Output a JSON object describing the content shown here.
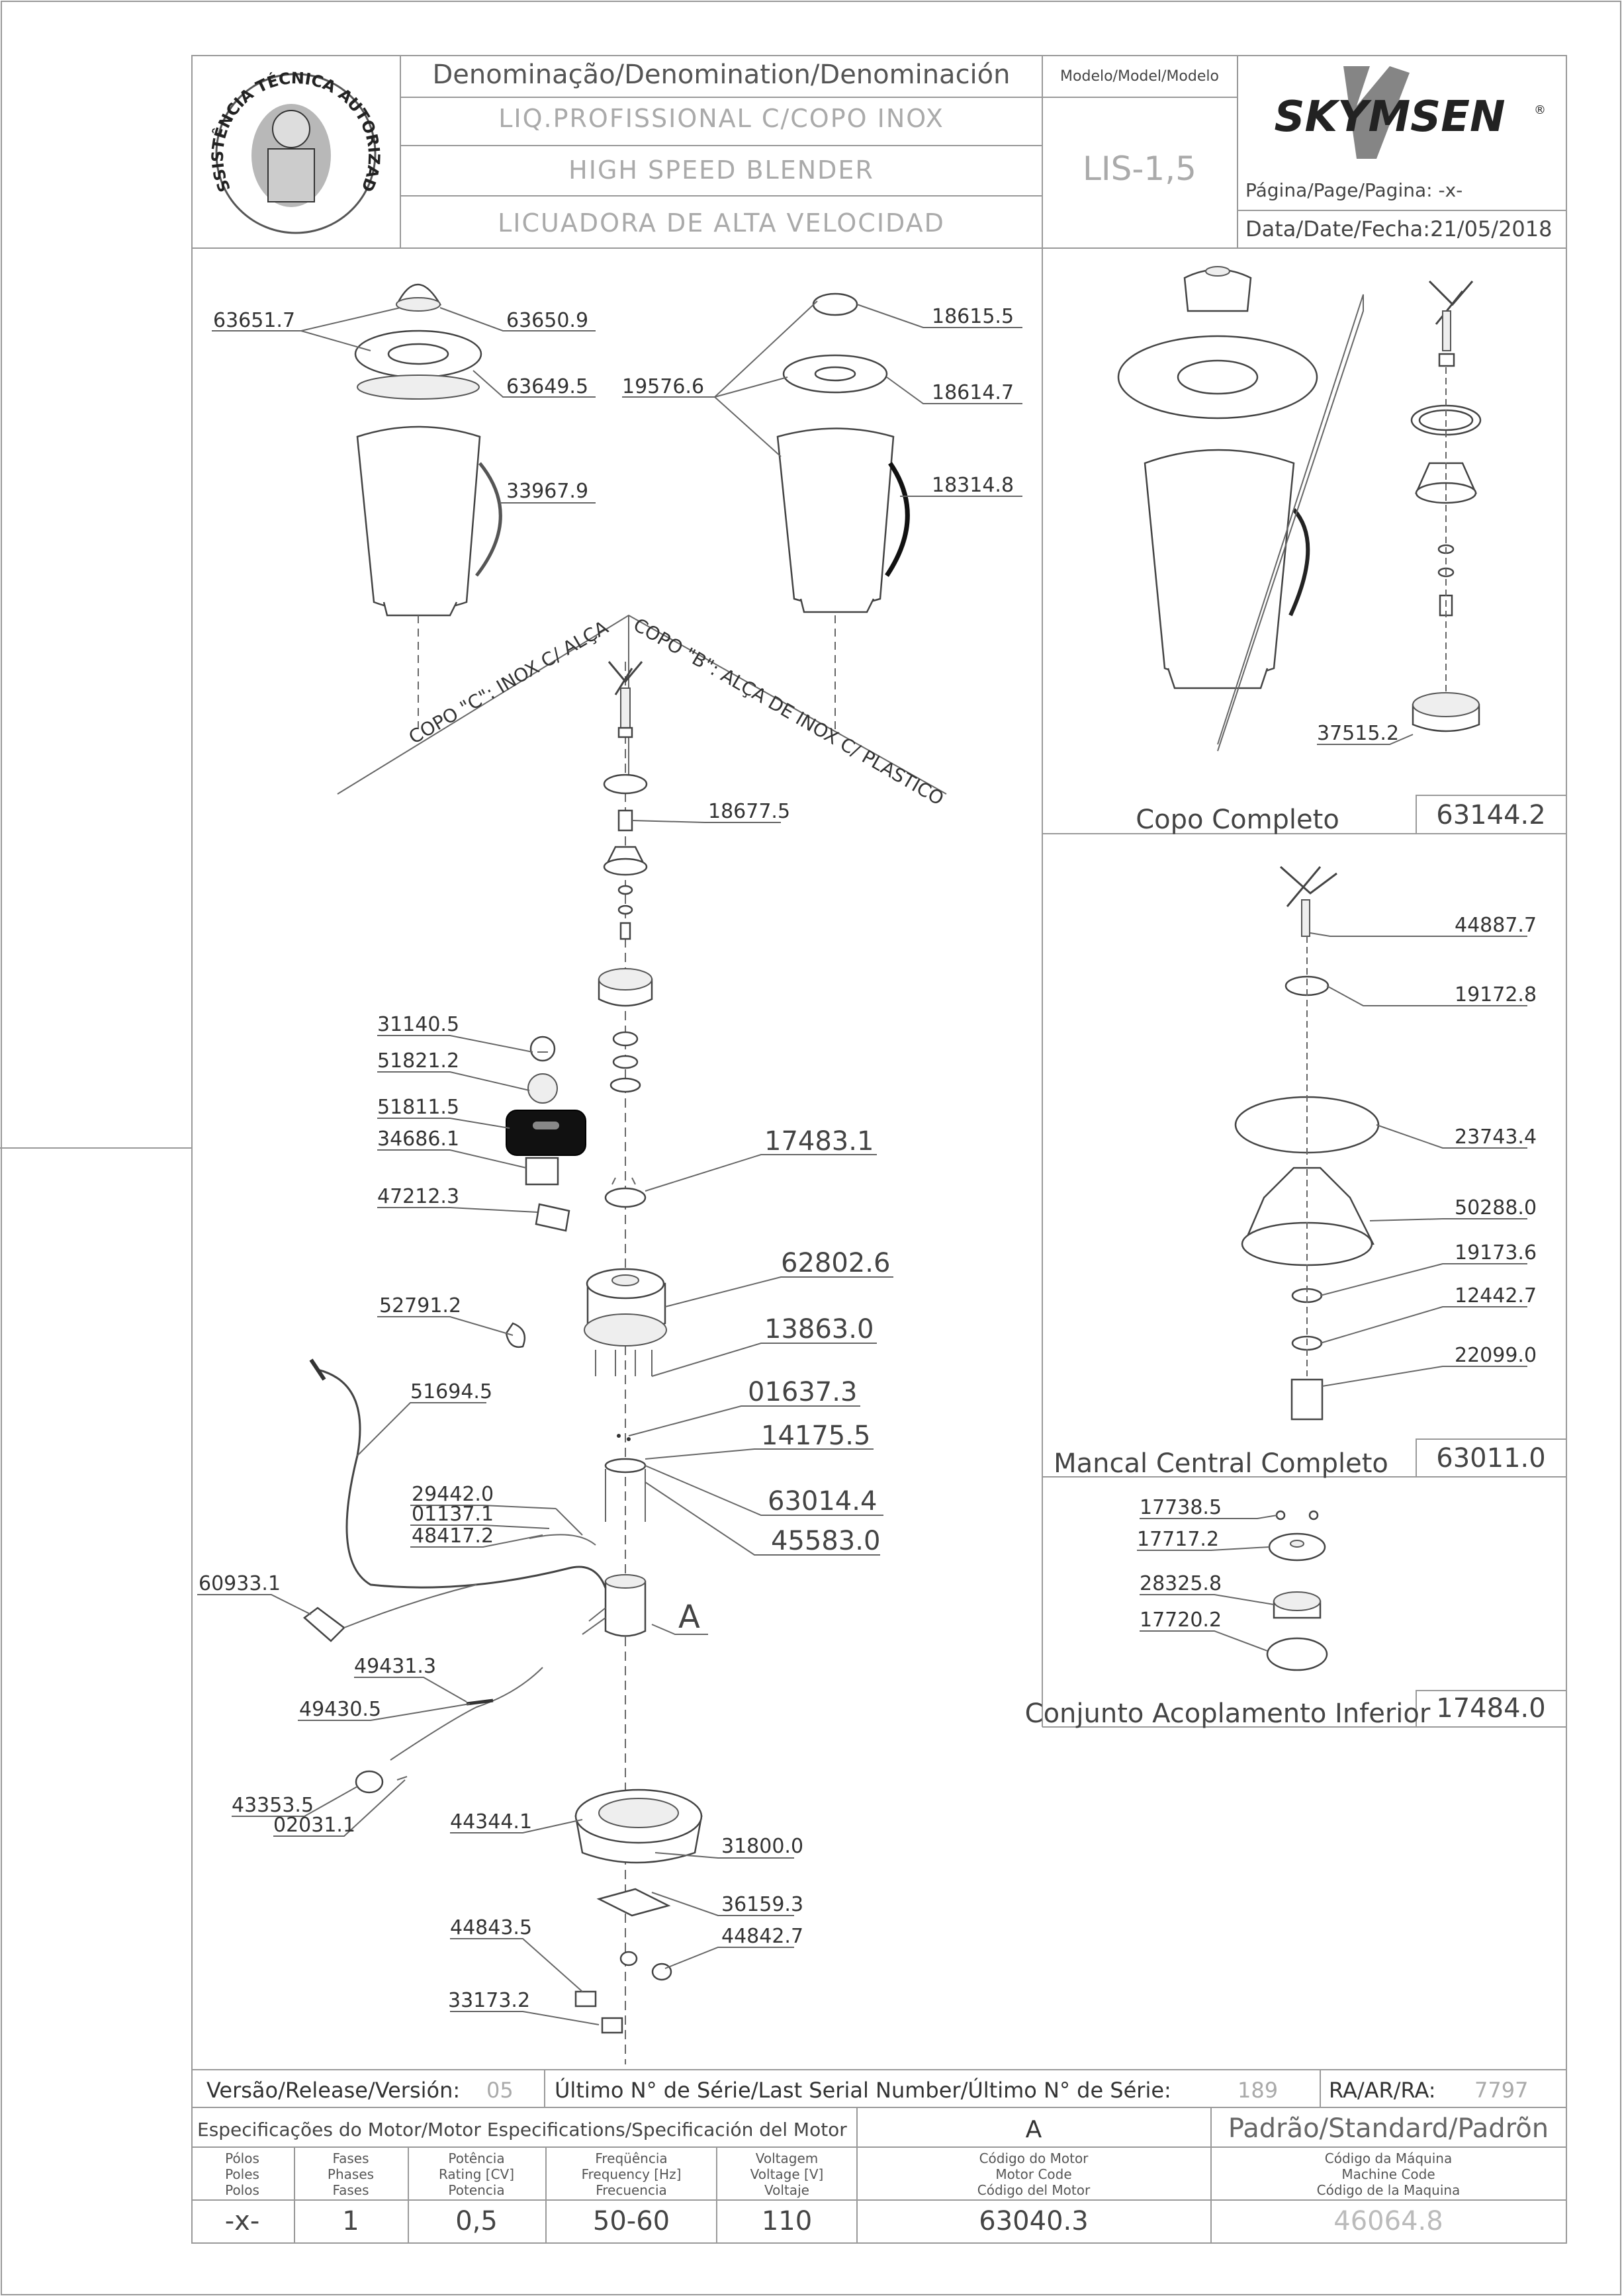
{
  "header": {
    "denomination_title": "Denominação/Denomination/Denominación",
    "name_pt": "LIQ.PROFISSIONAL C/COPO INOX",
    "name_en": "HIGH SPEED BLENDER",
    "name_es": "LICUADORA DE ALTA VELOCIDAD",
    "model_title": "Modelo/Model/Modelo",
    "model_value": "LIS-1,5",
    "brand": "SKYMSEN",
    "brand_mark": "®",
    "page_label": "Página/Page/Pagina: -x-",
    "date_label": "Data/Date/Fecha:21/05/2018",
    "badge_text": "ASSISTÊNCIA TÉCNICA AUTORIZADA"
  },
  "diagram": {
    "cup_labels": {
      "cup_c": "COPO \"C\": INOX C/ ALÇA",
      "cup_b": "COPO \"B\": ALÇA DE INOX C/ PLASTICO"
    },
    "motor_marker": "A",
    "parts": {
      "p63651": "63651.7",
      "p63650": "63650.9",
      "p63649": "63649.5",
      "p33967": "33967.9",
      "p19576": "19576.6",
      "p18615": "18615.5",
      "p18614": "18614.7",
      "p18314": "18314.8",
      "p18677": "18677.5",
      "p31140": "31140.5",
      "p51821": "51821.2",
      "p51811": "51811.5",
      "p34686": "34686.1",
      "p47212": "47212.3",
      "p17483": "17483.1",
      "p62802": "62802.6",
      "p52791": "52791.2",
      "p13863": "13863.0",
      "p51694": "51694.5",
      "p01637": "01637.3",
      "p14175": "14175.5",
      "p63014": "63014.4",
      "p29442": "29442.0",
      "p01137": "01137.1",
      "p48417": "48417.2",
      "p45583": "45583.0",
      "p60933": "60933.1",
      "p49431": "49431.3",
      "p49430": "49430.5",
      "p43353": "43353.5",
      "p02031": "02031.1",
      "p44344": "44344.1",
      "p31800": "31800.0",
      "p36159": "36159.3",
      "p44843": "44843.5",
      "p44842": "44842.7",
      "p33173": "33173.2"
    }
  },
  "assemblies": {
    "cup": {
      "title": "Copo Completo",
      "code": "63144.2",
      "parts": {
        "p37515": "37515.2"
      }
    },
    "bearing": {
      "title": "Mancal Central Completo",
      "code": "63011.0",
      "parts": {
        "p44887": "44887.7",
        "p19172": "19172.8",
        "p23743": "23743.4",
        "p50288": "50288.0",
        "p19173": "19173.6",
        "p12442": "12442.7",
        "p22099": "22099.0"
      }
    },
    "coupling": {
      "title": "Conjunto Acoplamento Inferior",
      "code": "17484.0",
      "parts": {
        "p17738": "17738.5",
        "p17717": "17717.2",
        "p28325": "28325.8",
        "p17720": "17720.2"
      }
    }
  },
  "footer": {
    "version_label": "Versão/Release/Versión:",
    "version_value": "05",
    "serial_label": "Último N° de Série/Last Serial Number/Último N° de Série:",
    "serial_value": "189",
    "ra_label": "RA/AR/RA:",
    "ra_value": "7797",
    "motor_spec_title": "Especificações do Motor/Motor Especifications/Specificación del Motor",
    "motor_marker": "A",
    "standard_title": "Padrão/Standard/Padrõn",
    "cols": [
      {
        "h1": "Pólos",
        "h2": "Poles",
        "h3": "Polos",
        "value": "-x-"
      },
      {
        "h1": "Fases",
        "h2": "Phases",
        "h3": "Fases",
        "value": "1"
      },
      {
        "h1": "Potência",
        "h2": "Rating [CV]",
        "h3": "Potencia",
        "value": "0,5"
      },
      {
        "h1": "Freqüência",
        "h2": "Frequency [Hz]",
        "h3": "Frecuencia",
        "value": "50-60"
      },
      {
        "h1": "Voltagem",
        "h2": "Voltage [V]",
        "h3": "Voltaje",
        "value": "110"
      },
      {
        "h1": "Código do Motor",
        "h2": "Motor Code",
        "h3": "Código del Motor",
        "value": "63040.3"
      },
      {
        "h1": "Código da Máquina",
        "h2": "Machine Code",
        "h3": "Código de la Maquina",
        "value": "46064.8"
      }
    ]
  }
}
